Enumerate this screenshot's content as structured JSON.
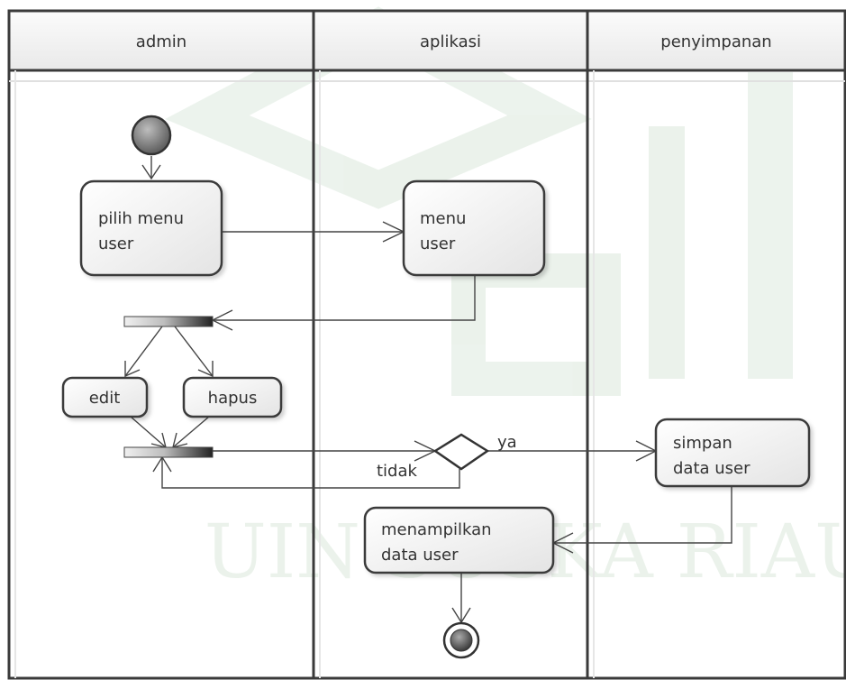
{
  "swimlanes": [
    {
      "name": "admin"
    },
    {
      "name": "aplikasi"
    },
    {
      "name": "penyimpanan"
    }
  ],
  "activities": {
    "pilih_menu_user": [
      "pilih menu",
      "user"
    ],
    "menu_user": [
      "menu",
      "user"
    ],
    "edit": [
      "edit"
    ],
    "hapus": [
      "hapus"
    ],
    "simpan_data_user": [
      "simpan",
      "data user"
    ],
    "menampilkan_data_user": [
      "menampilkan",
      "data user"
    ]
  },
  "guards": {
    "ya": "ya",
    "tidak": "tidak"
  },
  "watermark": {
    "text": "UIN SUSKA RIAU"
  }
}
